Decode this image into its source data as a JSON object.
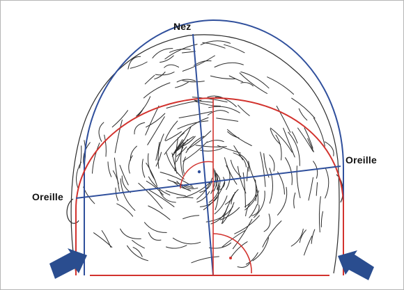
{
  "labels": {
    "nose": "Nez",
    "ear_right": "Oreille",
    "ear_left": "Oreille"
  },
  "colors": {
    "blue_outline": "#2f4f9c",
    "red_outline": "#d2322d",
    "arrow_fill": "#2a4d8f",
    "hair_stroke": "#2b2b2b",
    "frame_border": "#b5b5b5"
  }
}
